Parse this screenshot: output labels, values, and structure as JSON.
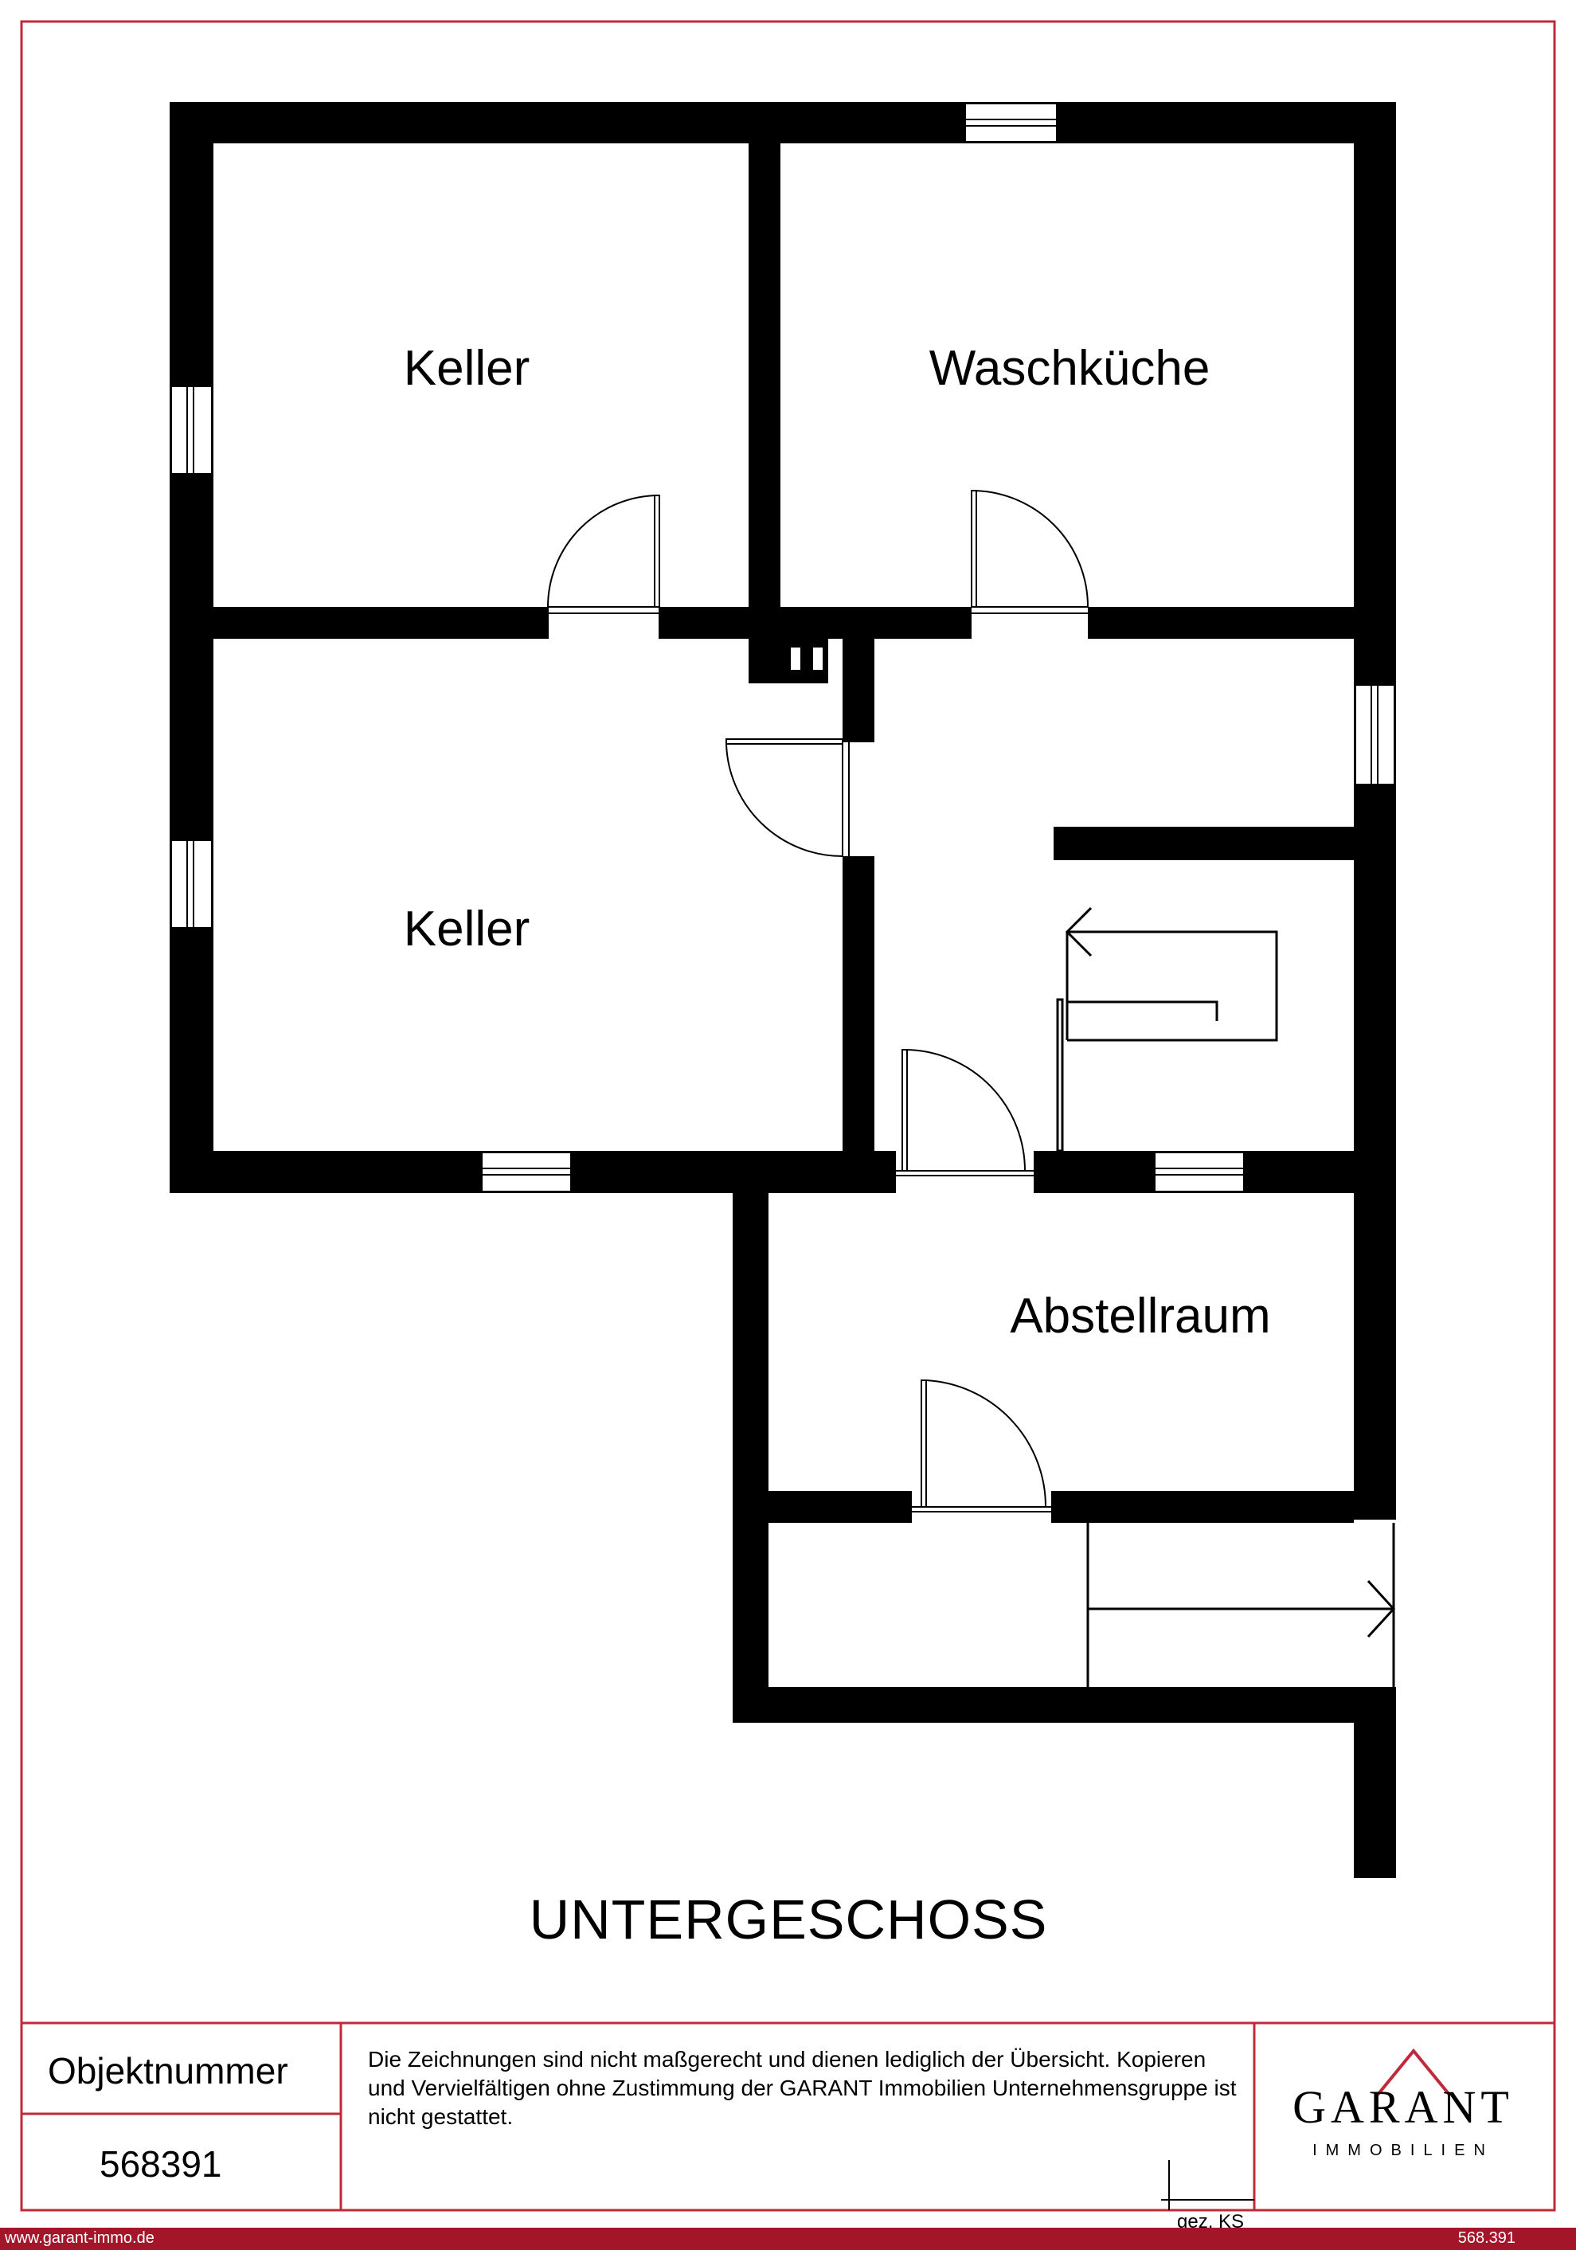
{
  "colors": {
    "frame": "#c0293a",
    "wall": "#000000",
    "footer_bar": "#a3162a",
    "footer_text": "#ffffff"
  },
  "rooms": [
    {
      "label": "Keller"
    },
    {
      "label": "Waschküche"
    },
    {
      "label": "Keller"
    },
    {
      "label": "Abstellraum"
    }
  ],
  "floor_title": "UNTERGESCHOSS",
  "title_block": {
    "object_label": "Objektnummer",
    "object_number": "568391",
    "disclaimer": "Die Zeichnungen sind nicht maßgerecht und dienen lediglich der Übersicht. Kopieren und Vervielfältigen ohne Zustimmung der GARANT Immobilien Unternehmensgruppe ist nicht gestattet.",
    "drawn_by": "gez. KS",
    "logo_word": "GARANT",
    "logo_sub": "IMMOBILIEN"
  },
  "footer": {
    "url": "www.garant-immo.de",
    "id": "568.391"
  }
}
